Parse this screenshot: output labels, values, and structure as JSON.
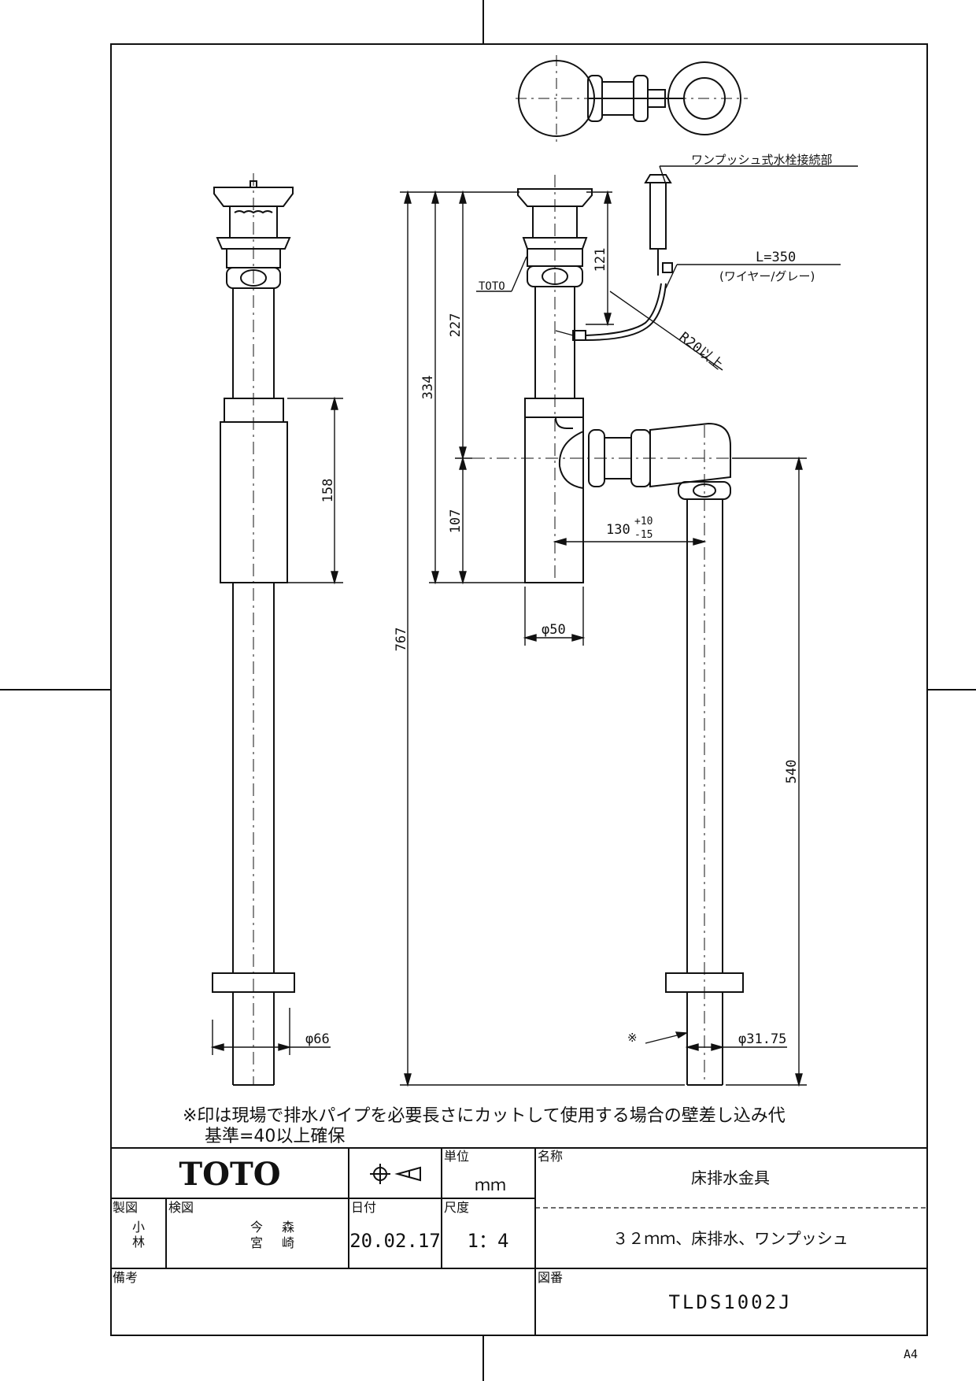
{
  "drawing": {
    "dimensions": {
      "d121": "121",
      "d227": "227",
      "d334": "334",
      "d767": "767",
      "d158": "158",
      "d107": "107",
      "d540": "540",
      "d130": "130",
      "d130_tol_plus": "+10",
      "d130_tol_minus": "-15",
      "phi50": "φ50",
      "phi66": "φ66",
      "phi3175": "φ31.75"
    },
    "callouts": {
      "one_push": "ワンプッシュ式水栓接続部",
      "wire_length": "L=350",
      "wire_desc": "(ワイヤー/グレー)",
      "radius": "R20以上",
      "brand_mark": "TOTO",
      "asterisk": "※"
    },
    "note_line1": "※印は現場で排水パイプを必要長さにカットして使用する場合の壁差し込み代",
    "note_line2": "基準=40以上確保"
  },
  "title_block": {
    "logo": "TOTO",
    "unit_label": "単位",
    "unit_value": "ｍｍ",
    "name_label": "名称",
    "name_value": "床排水金具",
    "drawn_label": "製図",
    "drawn_value_1": "小",
    "drawn_value_2": "林",
    "checked_label": "検図",
    "checked_value_1a": "今",
    "checked_value_1b": "森",
    "checked_value_2a": "宮",
    "checked_value_2b": "崎",
    "date_label": "日付",
    "date_value": "20.02.17",
    "scale_label": "尺度",
    "scale_value": "1：4",
    "desc_value": "３２ｍｍ、床排水、ワンプッシュ",
    "remarks_label": "備考",
    "number_label": "図番",
    "number_value": "TLDS1002J"
  },
  "paper_size": "A4"
}
